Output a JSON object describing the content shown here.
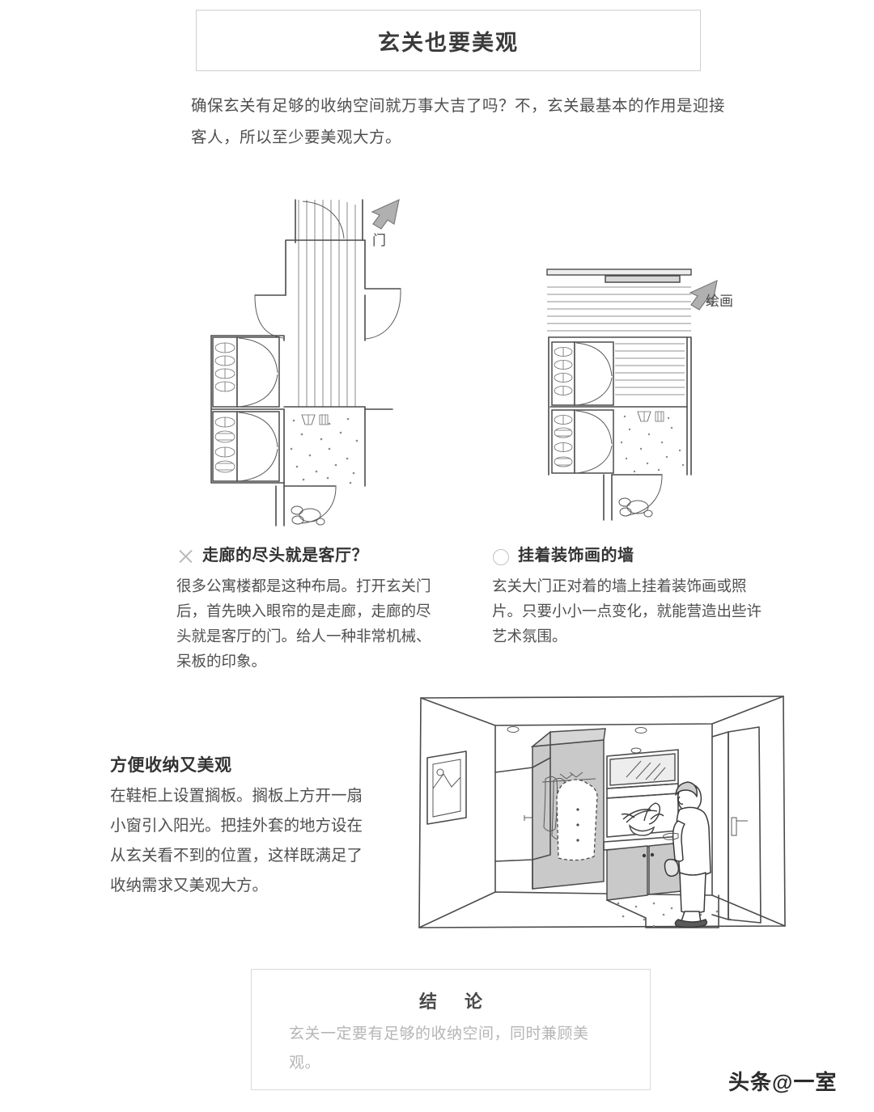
{
  "page": {
    "title": "玄关也要美观",
    "intro": "确保玄关有足够的收纳空间就万事大吉了吗？不，玄关最基本的作用是迎接客人，所以至少要美观大方。"
  },
  "figures": {
    "left": {
      "name": "corridor-floor-plan",
      "annotation_label": "门",
      "annotation_icon": "arrow-up-left-icon"
    },
    "right": {
      "name": "decorated-wall-floor-plan",
      "annotation_label": "绘画",
      "annotation_icon": "arrow-up-left-icon"
    }
  },
  "captions": {
    "left": {
      "icon": "cross-mark-icon",
      "heading": "走廊的尽头就是客厅？",
      "body": "很多公寓楼都是这种布局。打开玄关门后，首先映入眼帘的是走廊，走廊的尽头就是客厅的门。给人一种非常机械、呆板的印象。"
    },
    "right": {
      "icon": "circle-mark-icon",
      "heading": "挂着装饰画的墙",
      "body": "玄关大门正对着的墙上挂着装饰画或照片。只要小小一点变化，就能营造出些许艺术氛围。"
    }
  },
  "lower": {
    "heading": "方便收纳又美观",
    "body": "在鞋柜上设置搁板。搁板上方开一扇小窗引入阳光。把挂外套的地方设在从玄关看不到的位置，这样既满足了收纳需求又美观大方。",
    "illustration_name": "entryway-perspective-illustration"
  },
  "conclusion": {
    "title": "结 论",
    "text": "玄关一定要有足够的收纳空间，同时兼顾美观。"
  },
  "watermark": "头条@一室",
  "colors": {
    "text": "#4f4f4f",
    "heading": "#333333",
    "border": "#cfcfcf",
    "muted": "#b6b6b6",
    "fill_gray": "#d6d6d6",
    "line": "#4b4b4b"
  }
}
